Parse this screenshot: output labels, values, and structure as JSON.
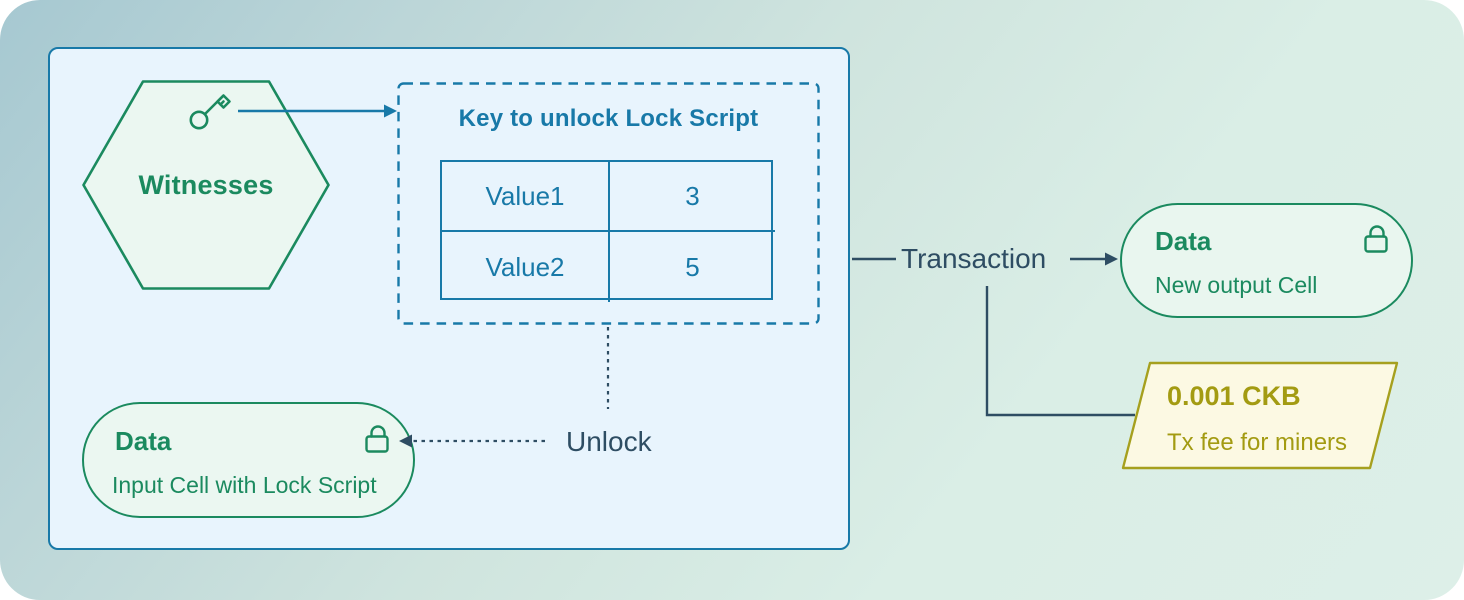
{
  "diagram": {
    "witnesses_label": "Witnesses",
    "key_box": {
      "title": "Key to unlock Lock Script",
      "rows": [
        {
          "name": "Value1",
          "value": "3"
        },
        {
          "name": "Value2",
          "value": "5"
        }
      ]
    },
    "unlock_label": "Unlock",
    "transaction_label": "Transaction",
    "input_cell": {
      "title": "Data",
      "subtitle": "Input Cell with Lock Script"
    },
    "output_cell": {
      "title": "Data",
      "subtitle": "New output Cell"
    },
    "fee": {
      "amount": "0.001 CKB",
      "note": "Tx fee for miners"
    },
    "colors": {
      "blue": "#1879A8",
      "green": "#1B8A5F",
      "slate": "#2E4D63",
      "olive_border": "#A6A01E",
      "olive_text": "#A39B12",
      "box_fill": "#E8F4FD",
      "green_fill": "#EBF7F1",
      "fee_fill": "#FCF9E3"
    }
  }
}
